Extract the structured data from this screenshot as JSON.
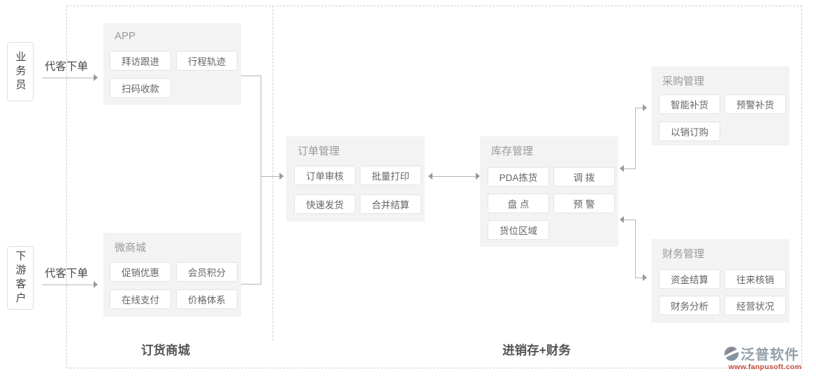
{
  "diagram": {
    "actors": [
      {
        "label": "业务员"
      },
      {
        "label": "下游客户"
      }
    ],
    "flow_labels": [
      "代客下单",
      "代客下单"
    ],
    "panels": [
      {
        "title": "APP",
        "buttons": [
          "拜访跟进",
          "行程轨迹",
          "扫码收款"
        ]
      },
      {
        "title": "微商城",
        "buttons": [
          "促销优惠",
          "会员积分",
          "在线支付",
          "价格体系"
        ]
      },
      {
        "title": "订单管理",
        "buttons": [
          "订单审核",
          "批量打印",
          "快速发货",
          "合并结算"
        ]
      },
      {
        "title": "库存管理",
        "buttons": [
          "PDA拣货",
          "调 拨",
          "盘 点",
          "预 警",
          "货位区域"
        ]
      },
      {
        "title": "采购管理",
        "buttons": [
          "智能补货",
          "预警补货",
          "以销订购"
        ]
      },
      {
        "title": "财务管理",
        "buttons": [
          "资金结算",
          "往来核销",
          "财务分析",
          "经营状况"
        ]
      }
    ],
    "sections": [
      {
        "label": "订货商城"
      },
      {
        "label": "进销存+财务"
      }
    ],
    "logo": {
      "name": "泛普软件",
      "url": "www.fanpusoft.com"
    }
  },
  "colors": {
    "panel_bg": "#f3f3f3",
    "chip_border": "#e4e4e4",
    "dashed_border": "#cfcfcf",
    "connector": "#b5b5b5",
    "arrowhead": "#999999",
    "section_label": "#555555",
    "logo_gray": "#95a0ab",
    "logo_red": "#c44d3c"
  }
}
